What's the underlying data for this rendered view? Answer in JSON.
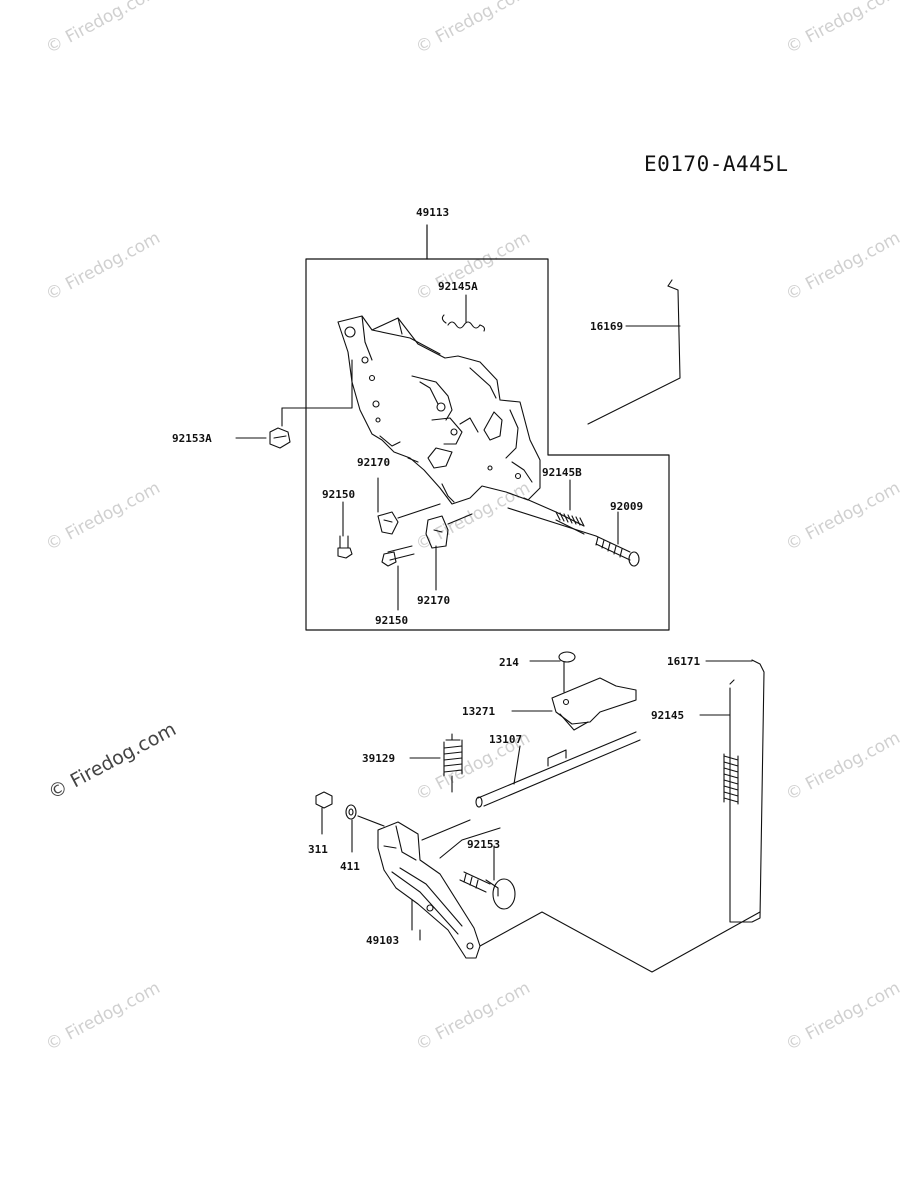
{
  "diagram_code": "E0170-A445L",
  "watermark": "© Firedog.com",
  "parts": {
    "p49113": "49113",
    "p92145A": "92145A",
    "p16169": "16169",
    "p92153A": "92153A",
    "p92170a": "92170",
    "p92150a": "92150",
    "p92145B": "92145B",
    "p92009": "92009",
    "p92170b": "92170",
    "p92150b": "92150",
    "p214": "214",
    "p16171": "16171",
    "p13271": "13271",
    "p92145": "92145",
    "p13107": "13107",
    "p39129": "39129",
    "p92153": "92153",
    "p311": "311",
    "p411": "411",
    "p49103": "49103"
  },
  "colors": {
    "line": "#111111",
    "watermark": "#d0d0d0"
  }
}
